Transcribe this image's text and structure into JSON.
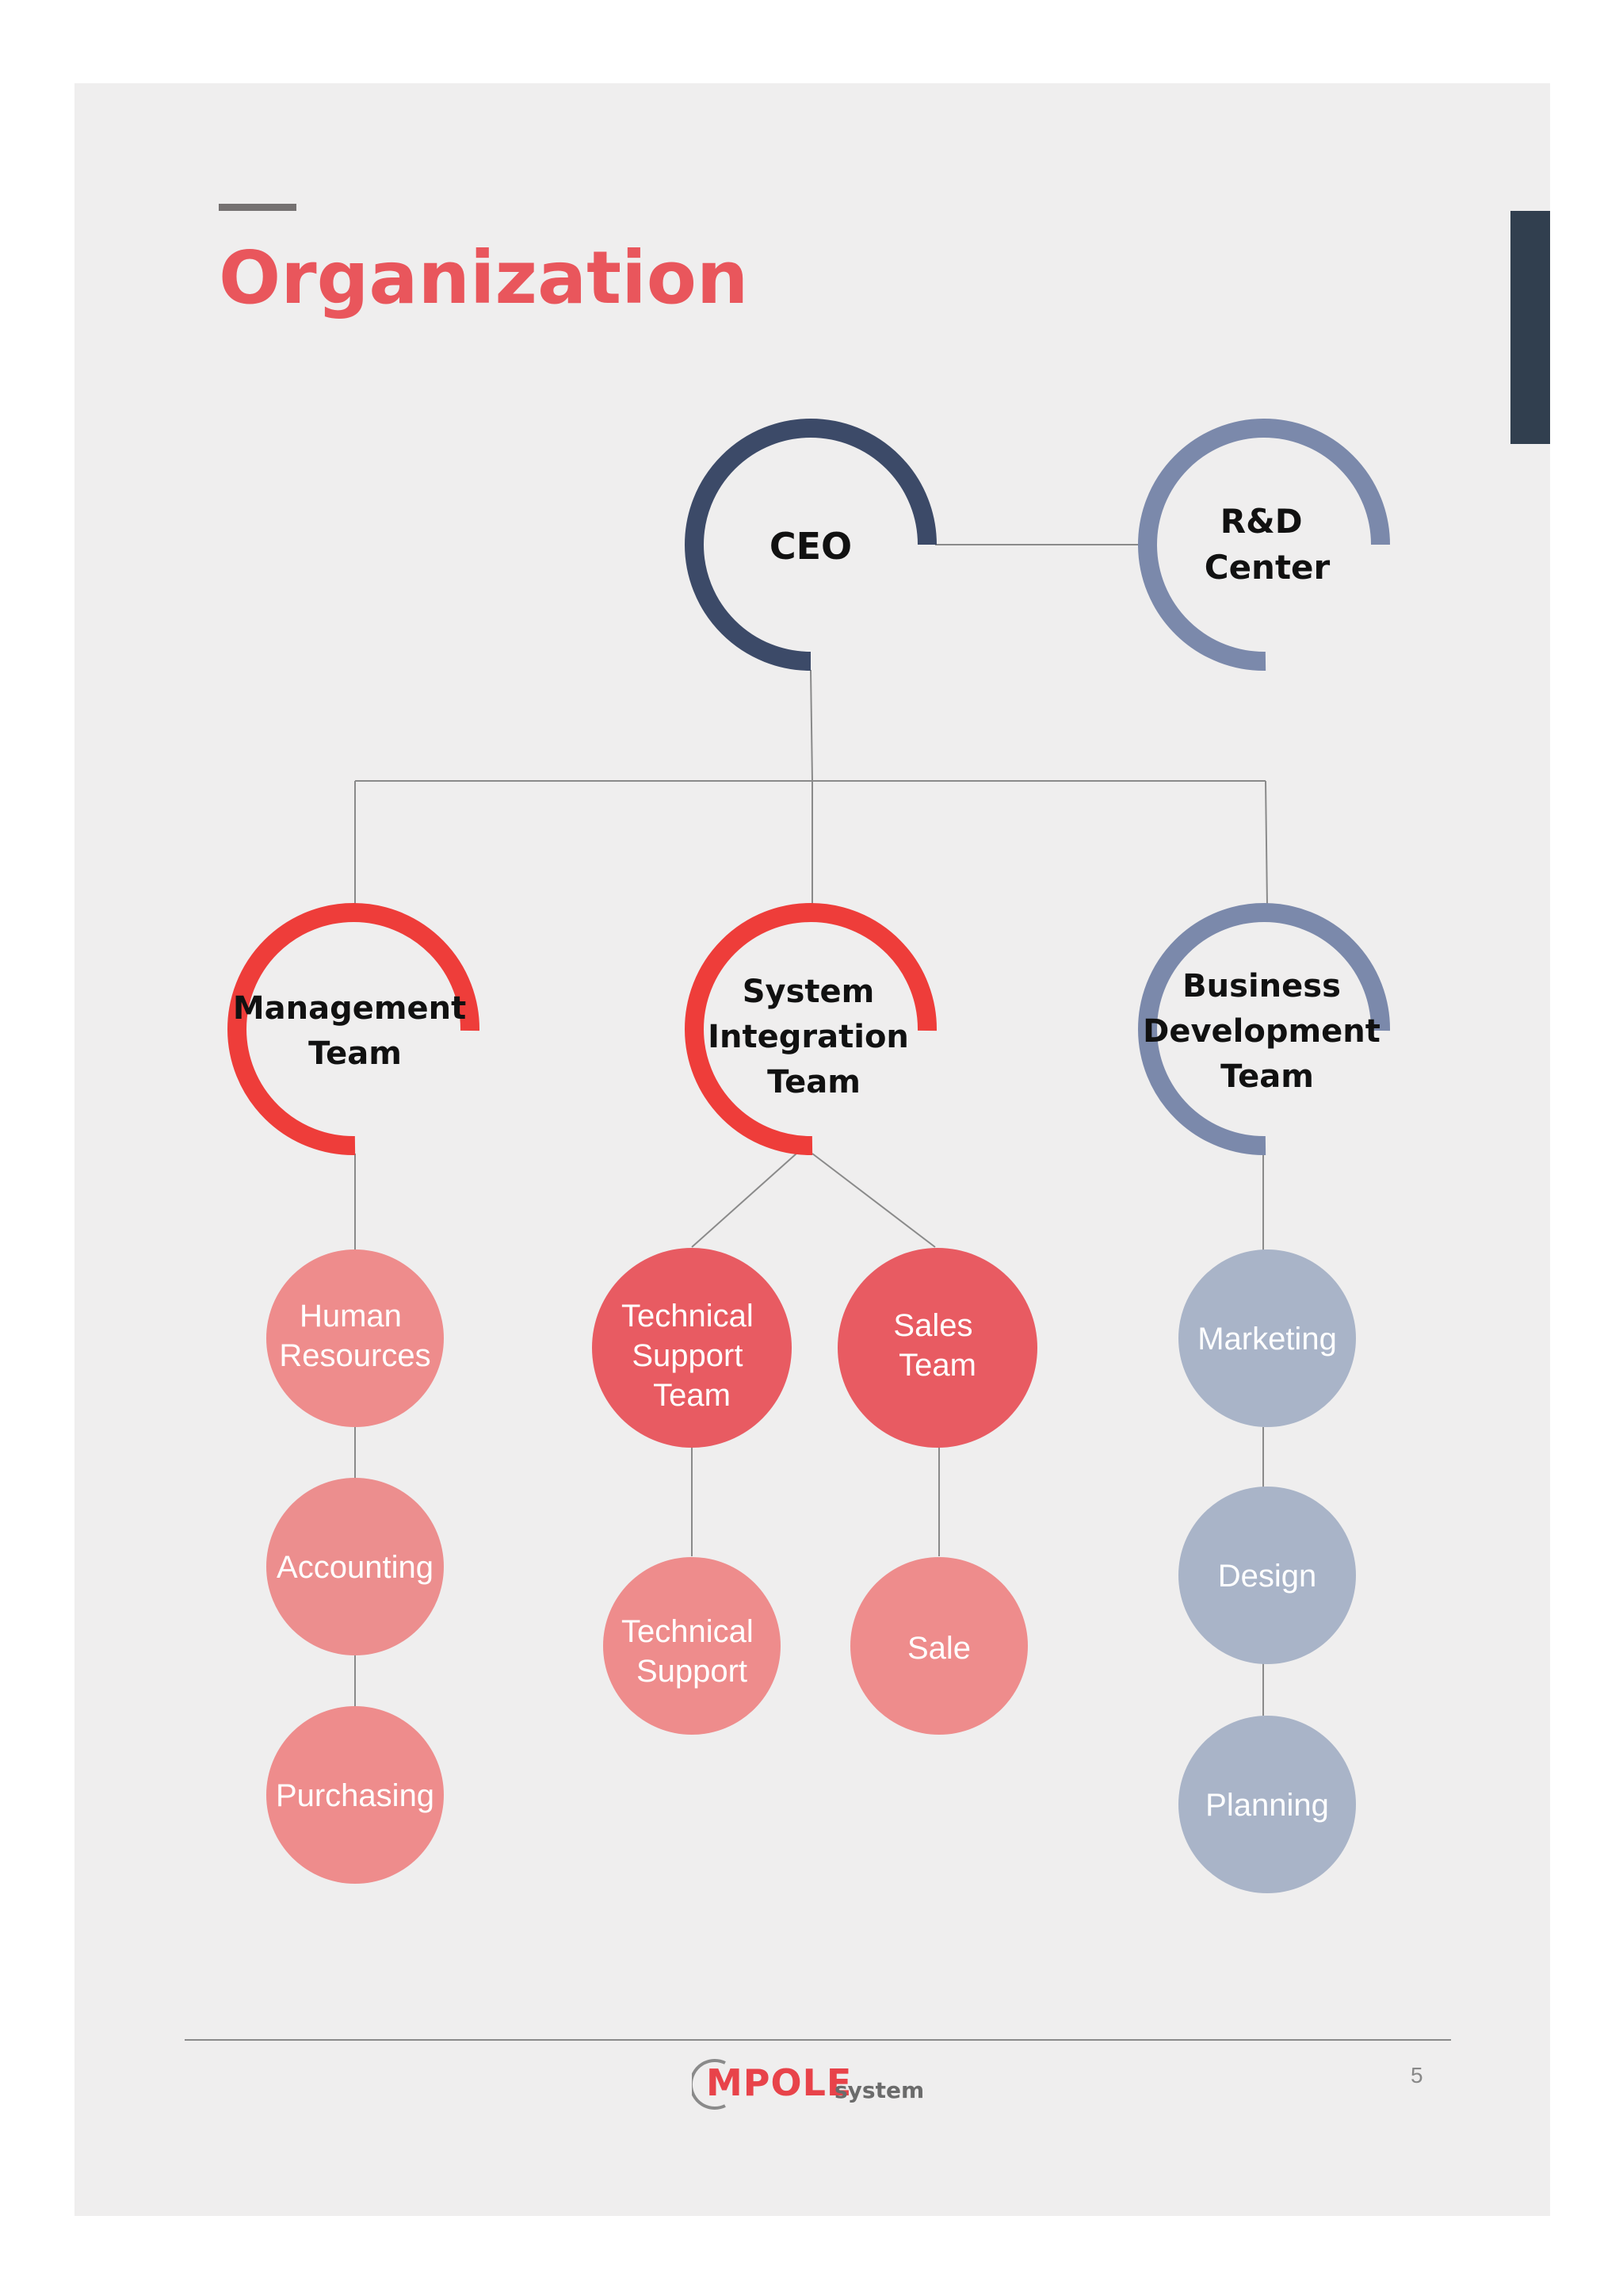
{
  "page": {
    "title": "Organization",
    "page_number": "5"
  },
  "logo": {
    "main": "MPOLE",
    "sub": "system"
  },
  "colors": {
    "title": "#e9565c",
    "dark_navy": "#3c4a68",
    "slate": "#7b89ab",
    "red_ring": "#ee3d3a",
    "leaf_pink": "#ee8c8c",
    "leaf_red": "#e85b62",
    "leaf_gray": "#a9b4c8",
    "connector": "#8a8a8a"
  },
  "org": {
    "ceo": {
      "lines": [
        "CEO"
      ]
    },
    "rnd": {
      "lines": [
        "R&D",
        "Center"
      ]
    },
    "teams": [
      {
        "lines": [
          "Management",
          "Team"
        ],
        "units": [
          {
            "lines": [
              "Human",
              "Resources"
            ]
          },
          {
            "lines": [
              "Accounting"
            ]
          },
          {
            "lines": [
              "Purchasing"
            ]
          }
        ]
      },
      {
        "lines": [
          "System",
          "Integration",
          "Team"
        ],
        "units": [
          {
            "lines": [
              "Technical",
              "Support",
              "Team"
            ]
          },
          {
            "lines": [
              "Sales",
              "Team"
            ]
          },
          {
            "lines": [
              "Technical",
              "Support"
            ]
          },
          {
            "lines": [
              "Sale"
            ]
          }
        ]
      },
      {
        "lines": [
          "Business",
          "Development",
          "Team"
        ],
        "units": [
          {
            "lines": [
              "Marketing"
            ]
          },
          {
            "lines": [
              "Design"
            ]
          },
          {
            "lines": [
              "Planning"
            ]
          }
        ]
      }
    ]
  }
}
